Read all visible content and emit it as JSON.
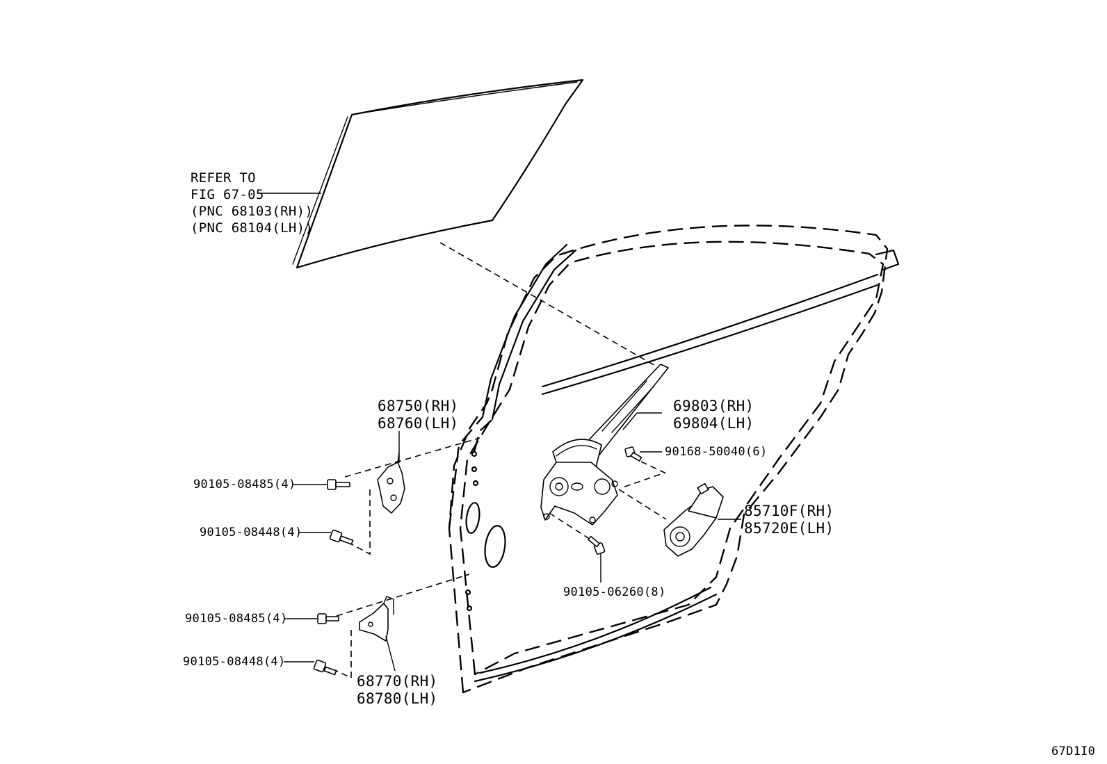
{
  "diagram_code": "67D1I0",
  "glass_reference": {
    "line1": "REFER TO",
    "line2": "FIG 67-05",
    "line3": "(PNC 68103(RH))",
    "line4": "(PNC 68104(LH))"
  },
  "parts": {
    "upper_hinge": {
      "rh": "68750(RH)",
      "lh": "68760(LH)"
    },
    "lower_hinge": {
      "rh": "68770(RH)",
      "lh": "68780(LH)"
    },
    "regulator": {
      "rh": "69803(RH)",
      "lh": "69804(LH)"
    },
    "motor": {
      "rh": "85710F(RH)",
      "lh": "85720E(LH)"
    },
    "bolt_upper_hinge_a": "90105-08485(4)",
    "bolt_upper_hinge_b": "90105-08448(4)",
    "bolt_lower_hinge_a": "90105-08485(4)",
    "bolt_lower_hinge_b": "90105-08448(4)",
    "bolt_regulator": "90105-06260(8)",
    "bolt_motor": "90168-50040(6)"
  }
}
